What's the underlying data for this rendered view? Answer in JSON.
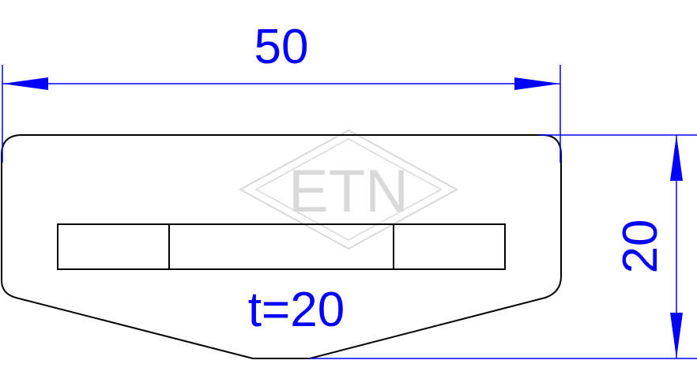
{
  "drawing": {
    "dimensions": {
      "width_label": "50",
      "height_label": "20",
      "thickness_label": "t=20"
    },
    "watermark": {
      "text": "ETN"
    },
    "colors": {
      "outline": "#000000",
      "dimension": "#0000ff",
      "watermark": "#d9d9d9",
      "background": "#ffffff"
    }
  }
}
